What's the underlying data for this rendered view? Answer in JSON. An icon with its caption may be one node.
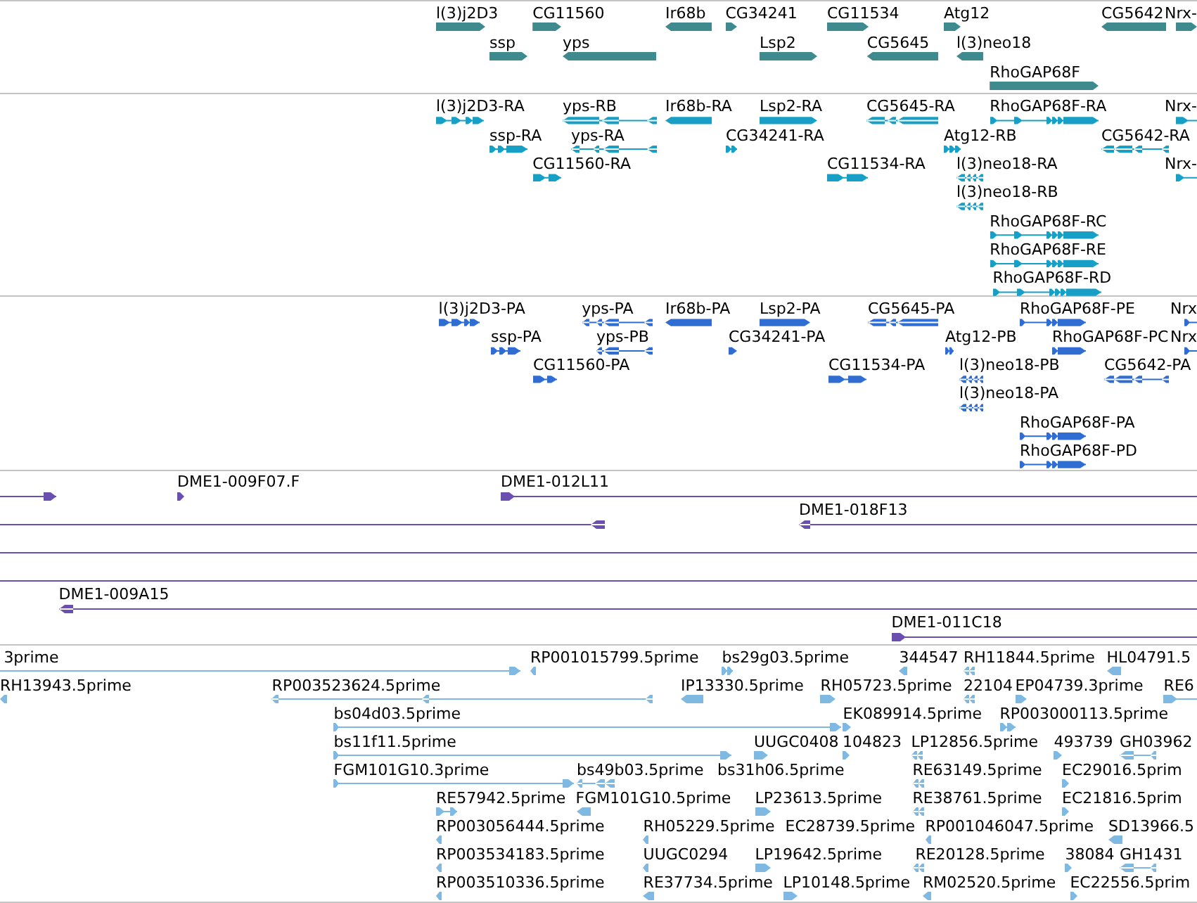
{
  "diagram": {
    "labels": [
      "l(3)j2D3",
      "CG11560",
      "Ir68b",
      "CG34241",
      "CG11534",
      "Atg12",
      "CG5642",
      "Nrx-",
      "ssp",
      "yps",
      "Lsp2",
      "CG5645",
      "l(3)neo18",
      "RhoGAP68F",
      "l(3)j2D3-RA",
      "yps-RB",
      "Ir68b-RA",
      "Lsp2-RA",
      "CG5645-RA",
      "RhoGAP68F-RA",
      "Nrx-",
      "ssp-RA",
      "yps-RA",
      "CG34241-RA",
      "Atg12-RB",
      "CG5642-RA",
      "CG11560-RA",
      "CG11534-RA",
      "l(3)neo18-RA",
      "Nrx-",
      "l(3)neo18-RB",
      "RhoGAP68F-RC",
      "RhoGAP68F-RE",
      "RhoGAP68F-RD",
      "l(3)j2D3-PA",
      "yps-PA",
      "Ir68b-PA",
      "Lsp2-PA",
      "CG5645-PA",
      "RhoGAP68F-PE",
      "Nrx",
      "ssp-PA",
      "yps-PB",
      "CG34241-PA",
      "Atg12-PB",
      "RhoGAP68F-PC",
      "Nrx",
      "CG11560-PA",
      "CG11534-PA",
      "l(3)neo18-PB",
      "CG5642-PA",
      "l(3)neo18-PA",
      "RhoGAP68F-PA",
      "RhoGAP68F-PD",
      "DME1-009F07.F",
      "DME1-012L11",
      "DME1-018F13",
      "DME1-009A15",
      "DME1-011C18",
      "3prime",
      "RP001015799.5prime",
      "bs29g03.5prime",
      "344547",
      "RH11844.5prime",
      "HL04791.5",
      "RH13943.5prime",
      "RP003523624.5prime",
      "IP13330.5prime",
      "RH05723.5prime",
      "22104",
      "EP04739.3prime",
      "RE6",
      "bs04d03.5prime",
      "EK089914.5prime",
      "RP003000113.5prime",
      "bs11f11.5prime",
      "UUGC0408",
      "104823",
      "LP12856.5prime",
      "493739",
      "GH03962",
      "FGM101G10.3prime",
      "bs49b03.5prime",
      "bs31h06.5prime",
      "RE63149.5prime",
      "EC29016.5prim",
      "RE57942.5prime",
      "FGM101G10.5prime",
      "LP23613.5prime",
      "RE38761.5prime",
      "EC21816.5prim",
      "RP003056444.5prime",
      "RH05229.5prime",
      "EC28739.5prime",
      "RP001046047.5prime",
      "SD13966.5",
      "RP003534183.5prime",
      "UUGC0294",
      "LP19642.5prime",
      "RE20128.5prime",
      "38084",
      "GH1431",
      "RP003510336.5prime",
      "RE37734.5prime",
      "LP10148.5prime",
      "RM02520.5prime",
      "EC22556.5prim"
    ]
  }
}
